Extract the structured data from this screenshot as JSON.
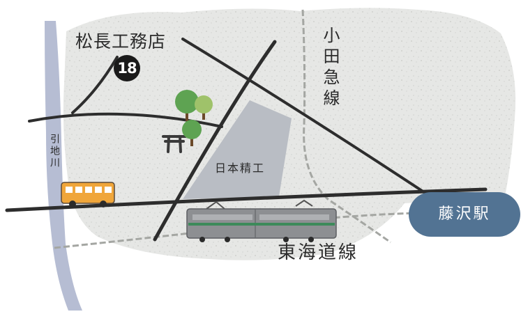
{
  "labels": {
    "shop_name": "松長工務店",
    "shop_number": "18",
    "odakyu_line": "小田急線",
    "river": "引地川",
    "factory": "日本精工",
    "tokaido_line": "東海道線",
    "station": "藤沢駅"
  },
  "colors": {
    "land": "#e4e5e3",
    "river": "#b6bdd3",
    "factory_area": "#b9bdc4",
    "station": "#527393",
    "road": "#2d2d2d",
    "rail": "#a4a6a2",
    "train_body": "#8d8f92",
    "train_stripe": "#3d8a5a",
    "bus_body": "#f0a63a",
    "tree": "#5ea352"
  }
}
